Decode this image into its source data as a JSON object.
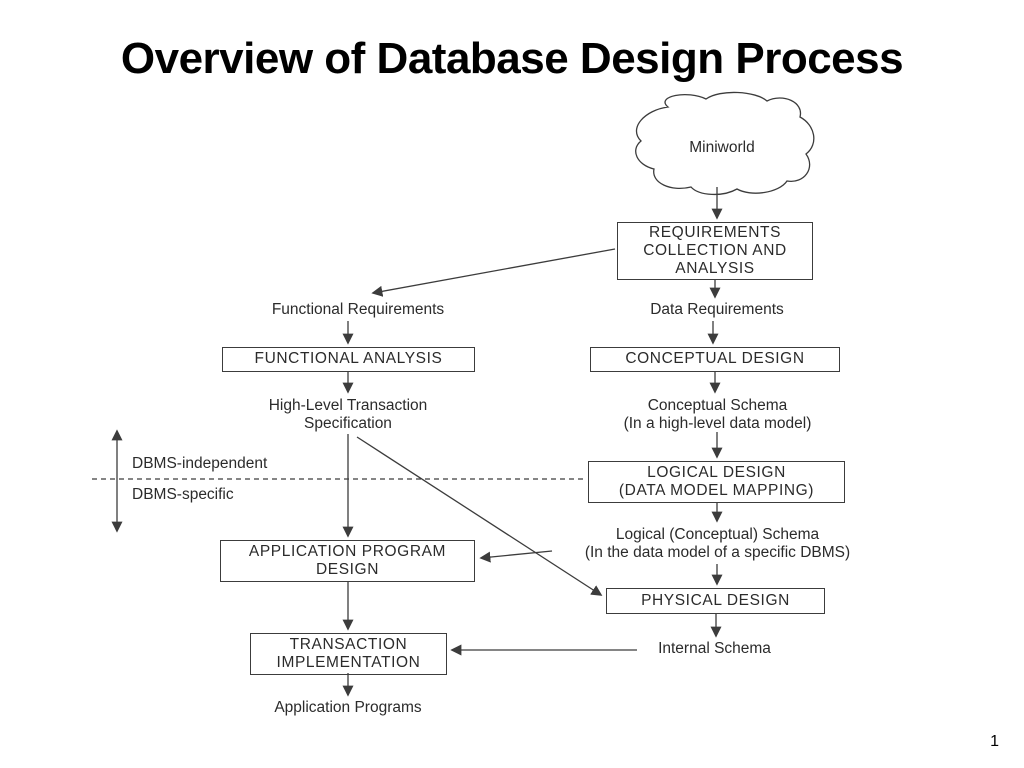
{
  "slide": {
    "title": "Overview of Database Design Process",
    "page_number": "1"
  },
  "diagram": {
    "cloud": {
      "label": "Miniworld"
    },
    "boxes": {
      "requirements": {
        "lines": [
          "REQUIREMENTS",
          "COLLECTION AND",
          "ANALYSIS"
        ]
      },
      "functional_analysis": {
        "label": "FUNCTIONAL ANALYSIS"
      },
      "conceptual_design": {
        "label": "CONCEPTUAL DESIGN"
      },
      "logical_design": {
        "lines": [
          "LOGICAL DESIGN",
          "(DATA MODEL MAPPING)"
        ]
      },
      "application_program_design": {
        "lines": [
          "APPLICATION PROGRAM",
          "DESIGN"
        ]
      },
      "physical_design": {
        "label": "PHYSICAL DESIGN"
      },
      "transaction_implementation": {
        "lines": [
          "TRANSACTION",
          "IMPLEMENTATION"
        ]
      }
    },
    "labels": {
      "functional_requirements": "Functional Requirements",
      "data_requirements": "Data Requirements",
      "conceptual_schema": {
        "lines": [
          "Conceptual Schema",
          "(In a high-level data model)"
        ]
      },
      "logical_schema": {
        "lines": [
          "Logical (Conceptual) Schema",
          "(In the data model of a specific DBMS)"
        ]
      },
      "internal_schema": "Internal Schema",
      "high_level_transaction": {
        "lines": [
          "High-Level Transaction",
          "Specification"
        ]
      },
      "application_programs": "Application Programs",
      "dbms_independent": "DBMS-independent",
      "dbms_specific": "DBMS-specific"
    },
    "colors": {
      "line": "#3c3c3c",
      "text": "#2b2b2b",
      "title": "#000000",
      "background": "#ffffff"
    }
  }
}
